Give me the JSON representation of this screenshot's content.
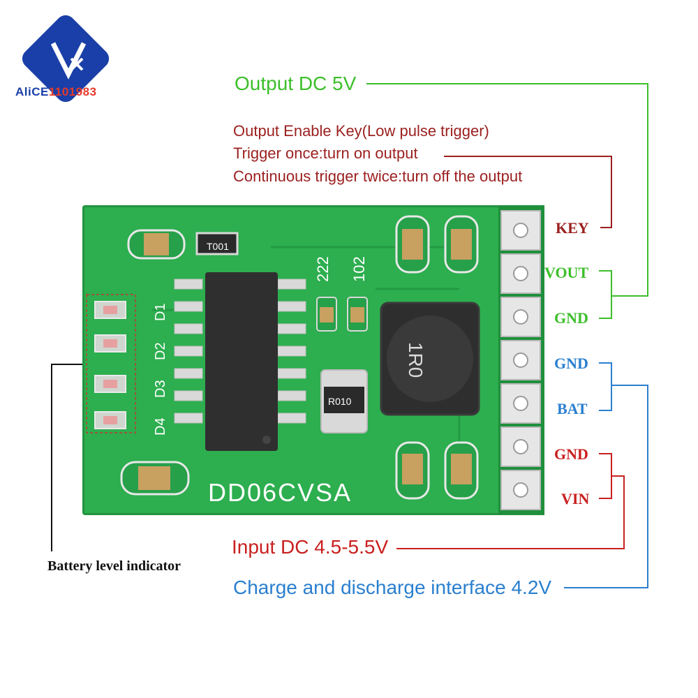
{
  "logo": {
    "text_main": "AliCE",
    "text_accent": "1101983"
  },
  "annotations": {
    "output_dc": "Output DC 5V",
    "enable_key_line1": "Output Enable Key(Low pulse trigger)",
    "enable_key_line2": "Trigger once:turn on output",
    "enable_key_line3": "Continuous trigger twice:turn off the output",
    "input_dc": "Input DC 4.5-5.5V",
    "charge_interface": "Charge and discharge interface  4.2V",
    "battery_indicator": "Battery level indicator"
  },
  "pins": {
    "key": "KEY",
    "vout": "VOUT",
    "gnd1": "GND",
    "gnd2": "GND",
    "bat": "BAT",
    "gnd3": "GND",
    "vin": "VIN"
  },
  "board": {
    "model": "DD06CVSA",
    "resistor": "T001",
    "cap1": "222",
    "cap2": "102",
    "inductor": "1R0",
    "r010": "R010",
    "led_labels": [
      "D1",
      "D2",
      "D3",
      "D4"
    ]
  },
  "colors": {
    "green": "#3cbf2a",
    "red": "#c8201f",
    "darkred": "#9b1f1f",
    "blue": "#2a7fcf",
    "pcb": "#2dae4f"
  }
}
